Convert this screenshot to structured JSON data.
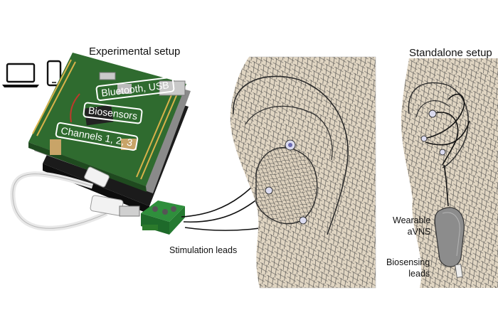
{
  "experimental": {
    "title": "Experimental setup",
    "labels": {
      "bluetooth_usb": "Bluetooth, USB",
      "biosensors": "Biosensors",
      "channels": "Channels 1, 2, 3"
    },
    "leads_label": "Stimulation leads"
  },
  "standalone": {
    "title": "Standalone setup",
    "wearable_line1": "Wearable",
    "wearable_line2": "aVNS",
    "biosensing_line1": "Biosensing",
    "biosensing_line2": "leads"
  },
  "icons": [
    "laptop-icon",
    "smartphone-icon",
    "arrow-icon"
  ],
  "colors": {
    "board": "#2f6b2f",
    "terminal": "#2e8b3a",
    "skin": "#e0d5c2",
    "mesh": "#3a3a3a"
  }
}
